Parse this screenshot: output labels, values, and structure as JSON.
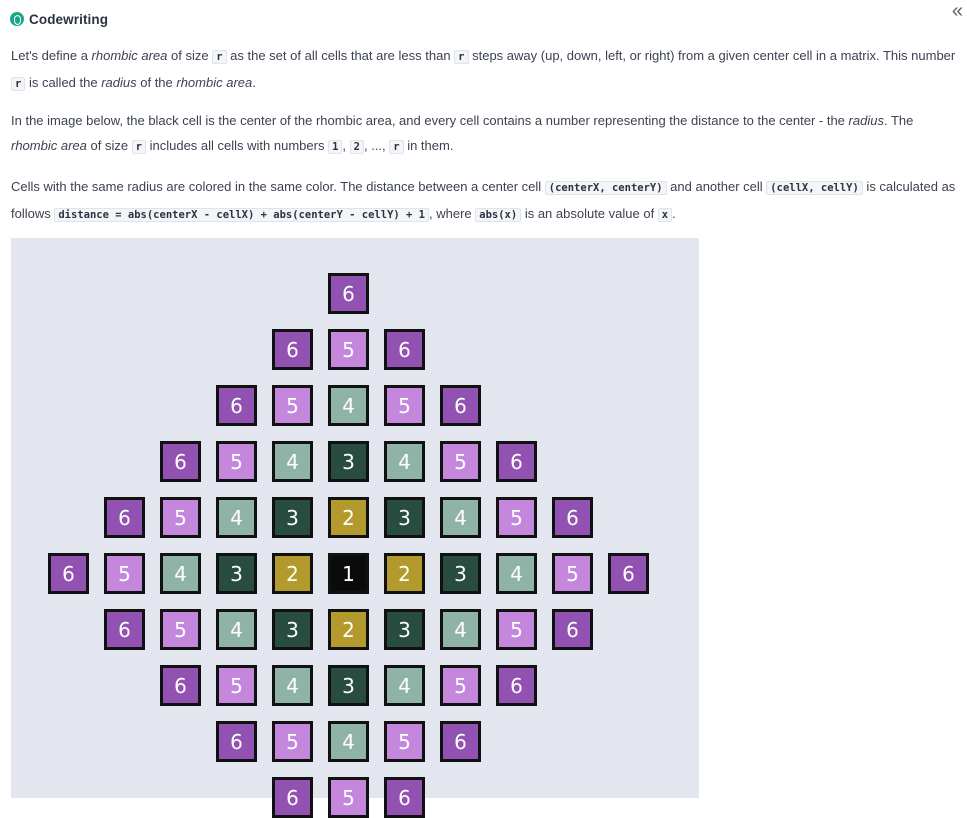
{
  "header": {
    "title": "Codewriting",
    "collapse_glyph": "«"
  },
  "paragraph1": {
    "t1": "Let's define a ",
    "em1": "rhombic area",
    "t2": " of size ",
    "code1": "r",
    "t3": " as the set of all cells that are less than ",
    "code2": "r",
    "t4": " steps away (up, down, left, or right) from a given center cell in a matrix. This number ",
    "code3": "r",
    "t5": " is called the ",
    "em2": "radius",
    "t6": " of the ",
    "em3": "rhombic area",
    "t7": "."
  },
  "paragraph2": {
    "t1": "In the image below, the black cell is the center of the rhombic area, and every cell contains a number representing the distance to the center - the ",
    "em1": "radius",
    "t2": ". The ",
    "em2": "rhombic area",
    "t3": " of size ",
    "code1": "r",
    "t4": " includes all cells with numbers ",
    "code2": "1",
    "t5": ", ",
    "code3": "2",
    "t6": ", ..., ",
    "code4": "r",
    "t7": " in them."
  },
  "paragraph3": {
    "t1": "Cells with the same radius are colored in the same color. The distance between a center cell ",
    "code1": "(centerX, centerY)",
    "t2": " and another cell ",
    "code2": "(cellX, cellY)",
    "t3": " is calculated as follows ",
    "code3": "distance = abs(centerX - cellX) + abs(centerY - cellY) + 1",
    "t4": ", where ",
    "code4": "abs(x)",
    "t5": " is an absolute value of ",
    "code5": "x",
    "t6": "."
  },
  "figure": {
    "colors": {
      "1": {
        "bg": "#0b0b0b",
        "fg": "#ffffff"
      },
      "2": {
        "bg": "#b29a2c",
        "fg": "#ffffff"
      },
      "3": {
        "bg": "#284d40",
        "fg": "#ffffff"
      },
      "4": {
        "bg": "#8fb3a6",
        "fg": "#ffffff"
      },
      "5": {
        "bg": "#c487dc",
        "fg": "#ffffff"
      },
      "6": {
        "bg": "#9152b1",
        "fg": "#ffffff"
      }
    },
    "rows": [
      [
        "6"
      ],
      [
        "6",
        "5",
        "6"
      ],
      [
        "6",
        "5",
        "4",
        "5",
        "6"
      ],
      [
        "6",
        "5",
        "4",
        "3",
        "4",
        "5",
        "6"
      ],
      [
        "6",
        "5",
        "4",
        "3",
        "2",
        "3",
        "4",
        "5",
        "6"
      ],
      [
        "6",
        "5",
        "4",
        "3",
        "2",
        "1",
        "2",
        "3",
        "4",
        "5",
        "6"
      ],
      [
        "6",
        "5",
        "4",
        "3",
        "2",
        "3",
        "4",
        "5",
        "6"
      ],
      [
        "6",
        "5",
        "4",
        "3",
        "4",
        "5",
        "6"
      ],
      [
        "6",
        "5",
        "4",
        "5",
        "6"
      ],
      [
        "6",
        "5",
        "6"
      ]
    ]
  }
}
